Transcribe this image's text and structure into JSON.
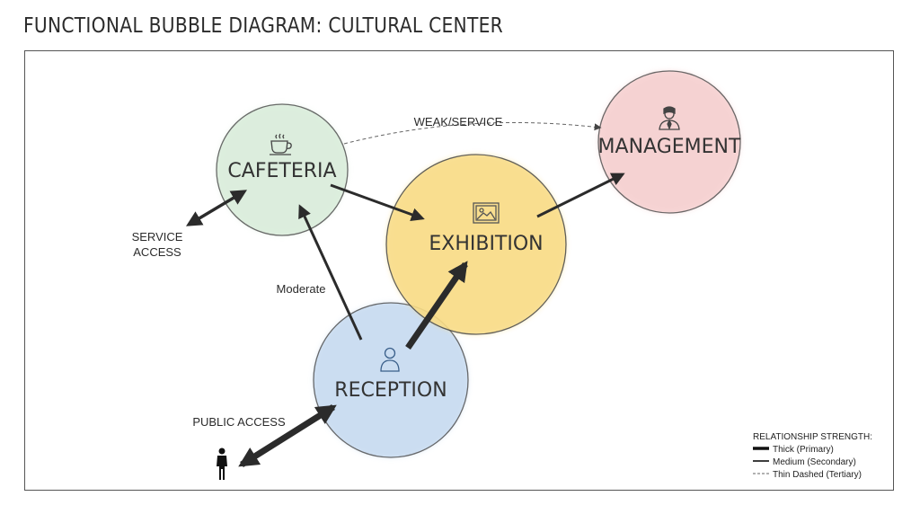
{
  "title": "FUNCTIONAL BUBBLE DIAGRAM: CULTURAL CENTER",
  "spaces": {
    "cafeteria": {
      "label": "CAFETERIA",
      "icon": "coffee-cup-icon",
      "color": "#cfe5d2"
    },
    "exhibition": {
      "label": "EXHIBITION",
      "icon": "picture-frame-icon",
      "color": "#f7d77e"
    },
    "management": {
      "label": "MANAGEMENT",
      "icon": "manager-person-icon",
      "color": "#f2c4c4"
    },
    "reception": {
      "label": "RECEPTION",
      "icon": "person-icon",
      "color": "#bcd3ec"
    }
  },
  "labels": {
    "service_access_line1": "SERVICE",
    "service_access_line2": "ACCESS",
    "weak_service": "WEAK/SERVICE",
    "moderate": "Moderate",
    "public_access": "PUBLIC ACCESS"
  },
  "legend": {
    "title": "RELATIONSHIP STRENGTH:",
    "thick": "Thick (Primary)",
    "medium": "Medium (Secondary)",
    "thin": "Thin Dashed (Tertiary)"
  }
}
